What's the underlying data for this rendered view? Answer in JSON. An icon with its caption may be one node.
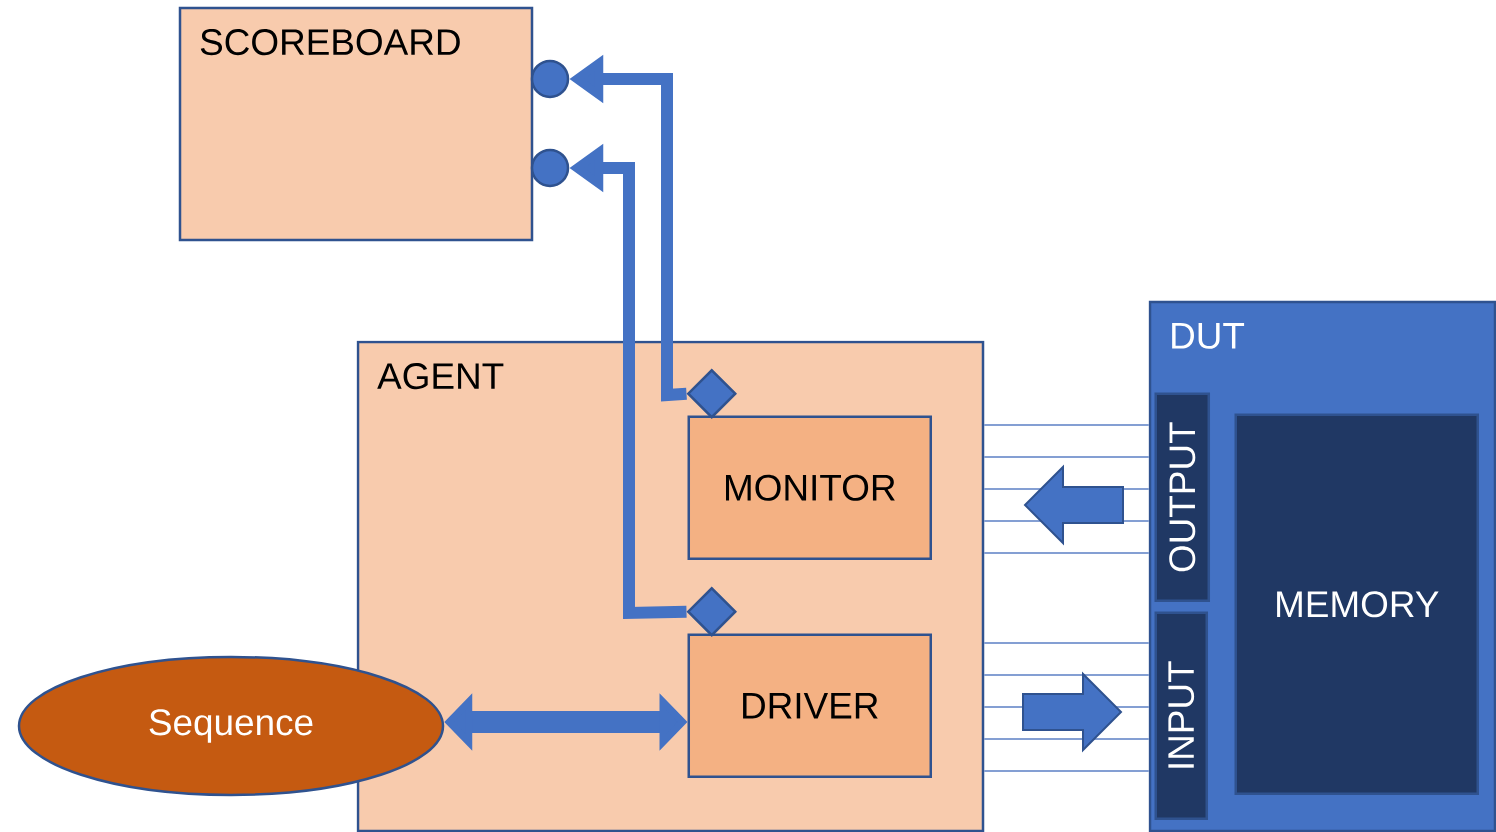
{
  "diagram": {
    "nodes": [
      {
        "text": [
          "SCOREBOARD"
        ]
      },
      {
        "text": [
          "AGENT"
        ]
      },
      {
        "text": [
          "MONITOR"
        ],
        "in": 1
      },
      {
        "text": [
          "DRIVER"
        ],
        "in": 1
      },
      {
        "text": [
          "Sequence"
        ]
      },
      {
        "text": [
          "DUT"
        ]
      },
      {
        "text": [
          "OUTPUT"
        ],
        "in": 5
      },
      {
        "text": [
          "INPUT"
        ],
        "in": 5
      },
      {
        "text": [
          "MEMORY"
        ],
        "in": 5
      },
      {
        "text": [],
        "shape": "circle"
      },
      {
        "text": [],
        "shape": "circle"
      },
      {
        "text": [],
        "shape": "diamond",
        "in": 1
      },
      {
        "text": [],
        "shape": "diamond",
        "in": 1
      }
    ],
    "edges": [
      {
        "from": 11,
        "to": 9,
        "arrow": "to",
        "style": "thick"
      },
      {
        "from": 12,
        "to": 10,
        "arrow": "to",
        "style": "thick"
      },
      {
        "from": 4,
        "to": 3,
        "arrow": "both",
        "style": "thick"
      },
      {
        "from": 1,
        "to": 5,
        "arrow": "none"
      },
      {
        "from": 1,
        "to": 5,
        "arrow": "none"
      },
      {
        "from": 1,
        "to": 5,
        "arrow": "none"
      },
      {
        "from": 1,
        "to": 5,
        "arrow": "none"
      },
      {
        "from": 1,
        "to": 5,
        "arrow": "none"
      },
      {
        "from": 1,
        "to": 5,
        "arrow": "none"
      },
      {
        "from": 1,
        "to": 5,
        "arrow": "none"
      },
      {
        "from": 1,
        "to": 5,
        "arrow": "none"
      },
      {
        "from": 1,
        "to": 5,
        "arrow": "none"
      },
      {
        "from": 1,
        "to": 5,
        "arrow": "none"
      }
    ]
  }
}
